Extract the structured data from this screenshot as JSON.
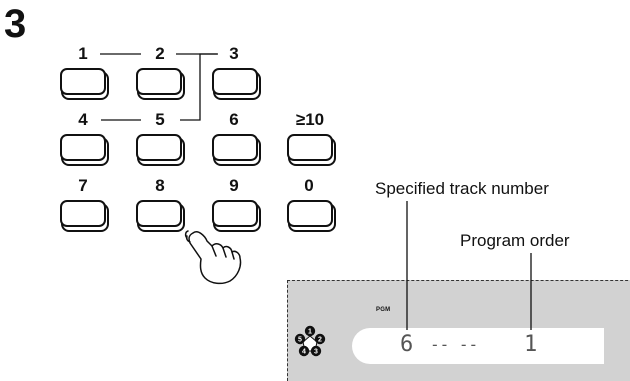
{
  "step_number": "3",
  "keys": {
    "k1": "1",
    "k2": "2",
    "k3": "3",
    "k4": "4",
    "k5": "5",
    "k6": "6",
    "k10": "≥10",
    "k7": "7",
    "k8": "8",
    "k9": "9",
    "k0": "0"
  },
  "callouts": {
    "specified_track_number": "Specified track number",
    "program_order": "Program order"
  },
  "display": {
    "pgm_label": "PGM",
    "track_digit": "6",
    "dashes": "-- --",
    "order_digit": "1",
    "disc_numbers": [
      "1",
      "2",
      "3",
      "4",
      "5"
    ]
  }
}
